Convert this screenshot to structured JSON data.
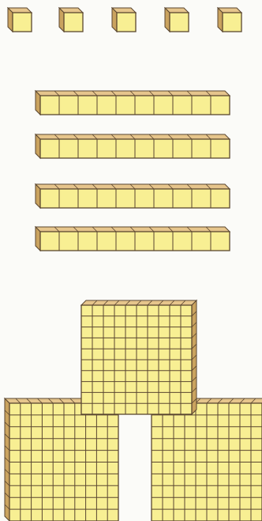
{
  "counts": {
    "unit_cubes": 5,
    "ten_rods": 4,
    "hundred_flats": 3
  },
  "colors": {
    "face": "#f8ef93",
    "top": "#e6c58c",
    "side": "#caa35f",
    "outline": "#5a4630",
    "page": "#fbfbf8"
  }
}
